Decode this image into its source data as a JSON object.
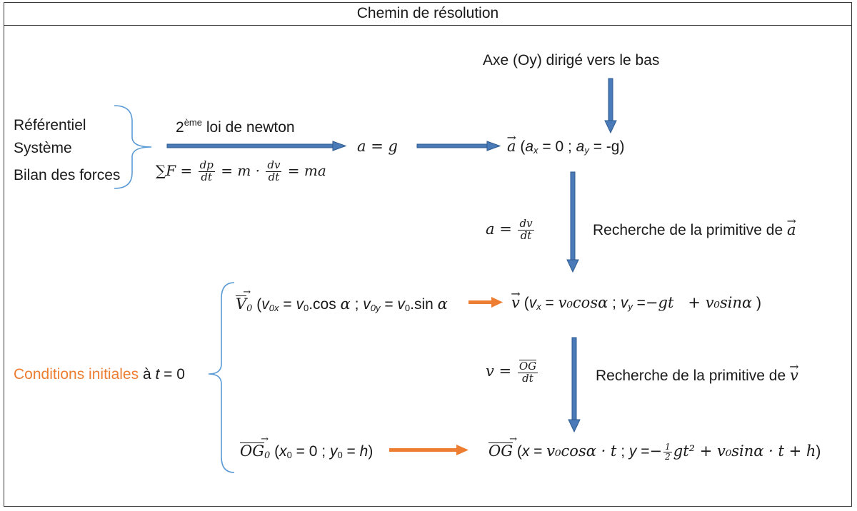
{
  "title": "Chemin de résolution",
  "axe_label": "Axe (Oy) dirigé vers le bas",
  "left_group": [
    "Référentiel",
    "Système",
    "Bilan des forces"
  ],
  "newton": {
    "prefix": "2",
    "sup": "ème",
    "rest": " loi de newton"
  },
  "sum_forces": {
    "lhs": "∑F = ",
    "n1": "dp",
    "d1": "dt",
    "mid": " = m · ",
    "n2": "dv",
    "d2": "dt",
    "rhs": " = ma"
  },
  "a_equals_g": "a = g",
  "a_components": {
    "vec": "a",
    "open": " (",
    "ax": "a",
    "axsub": "x",
    "mid": " = 0 ; ",
    "ay": "a",
    "aysub": "y",
    "end": " = -g)"
  },
  "a_dv_dt": {
    "lhs": "a = ",
    "num": "dv",
    "den": "dt"
  },
  "recherche_1": {
    "text": "Recherche de la primitive de ",
    "vec": "a"
  },
  "v0_line": {
    "v0": "V",
    "v0sub": "0",
    "p1": " (",
    "v0x": "v",
    "v0xsub": "0x",
    "p2": " = ",
    "v0a": "v",
    "v0asub": "0",
    "p3": ".cos ",
    "alpha1": "α",
    "p4": " ; ",
    "v0y": "v",
    "v0ysub": "0y",
    "p5": " = ",
    "v0b": "v",
    "v0bsub": "0",
    "p6": ".sin ",
    "alpha2": "α"
  },
  "v_line": {
    "vec": "v",
    "p1": " (",
    "vx": "v",
    "vxsub": "x",
    "p2": " = ",
    "e1": "v₀cosα",
    "p3": " ; ",
    "vy": "v",
    "vysub": "y",
    "p4": " =",
    "e2": "−gt   + v₀sinα",
    "p5": " )"
  },
  "v_dOG_dt": {
    "lhs": "v = ",
    "num": "OG",
    "den": "dt"
  },
  "recherche_2": {
    "text": "Recherche de la primitive de ",
    "vec": "v"
  },
  "conditions": {
    "label": "Conditions initiales",
    "rest1": " à ",
    "t": "t",
    "rest2": " = 0"
  },
  "og0_line": {
    "og": "OG",
    "sub": "0",
    "p1": " (",
    "x0": "x",
    "x0sub": "0",
    "p2": " = 0 ; ",
    "y0": "y",
    "y0sub": "0",
    "p3": " = ",
    "h": "h",
    "p4": ")"
  },
  "og_line": {
    "og": "OG",
    "p1": " (",
    "x": "x",
    "p2": " = ",
    "e1": "v₀cosα · t",
    "p3": " ; ",
    "y": "y",
    "p4": " =",
    "e2a": "−",
    "fn": "1",
    "fd": "2",
    "e2b": "gt² + v₀sinα · t + h",
    "p5": ")"
  },
  "colors": {
    "blue_arrow": "#4a7ab8",
    "blue_outline": "#2e5b8f",
    "orange": "#ed7d31",
    "brace": "#5b9bd5"
  }
}
